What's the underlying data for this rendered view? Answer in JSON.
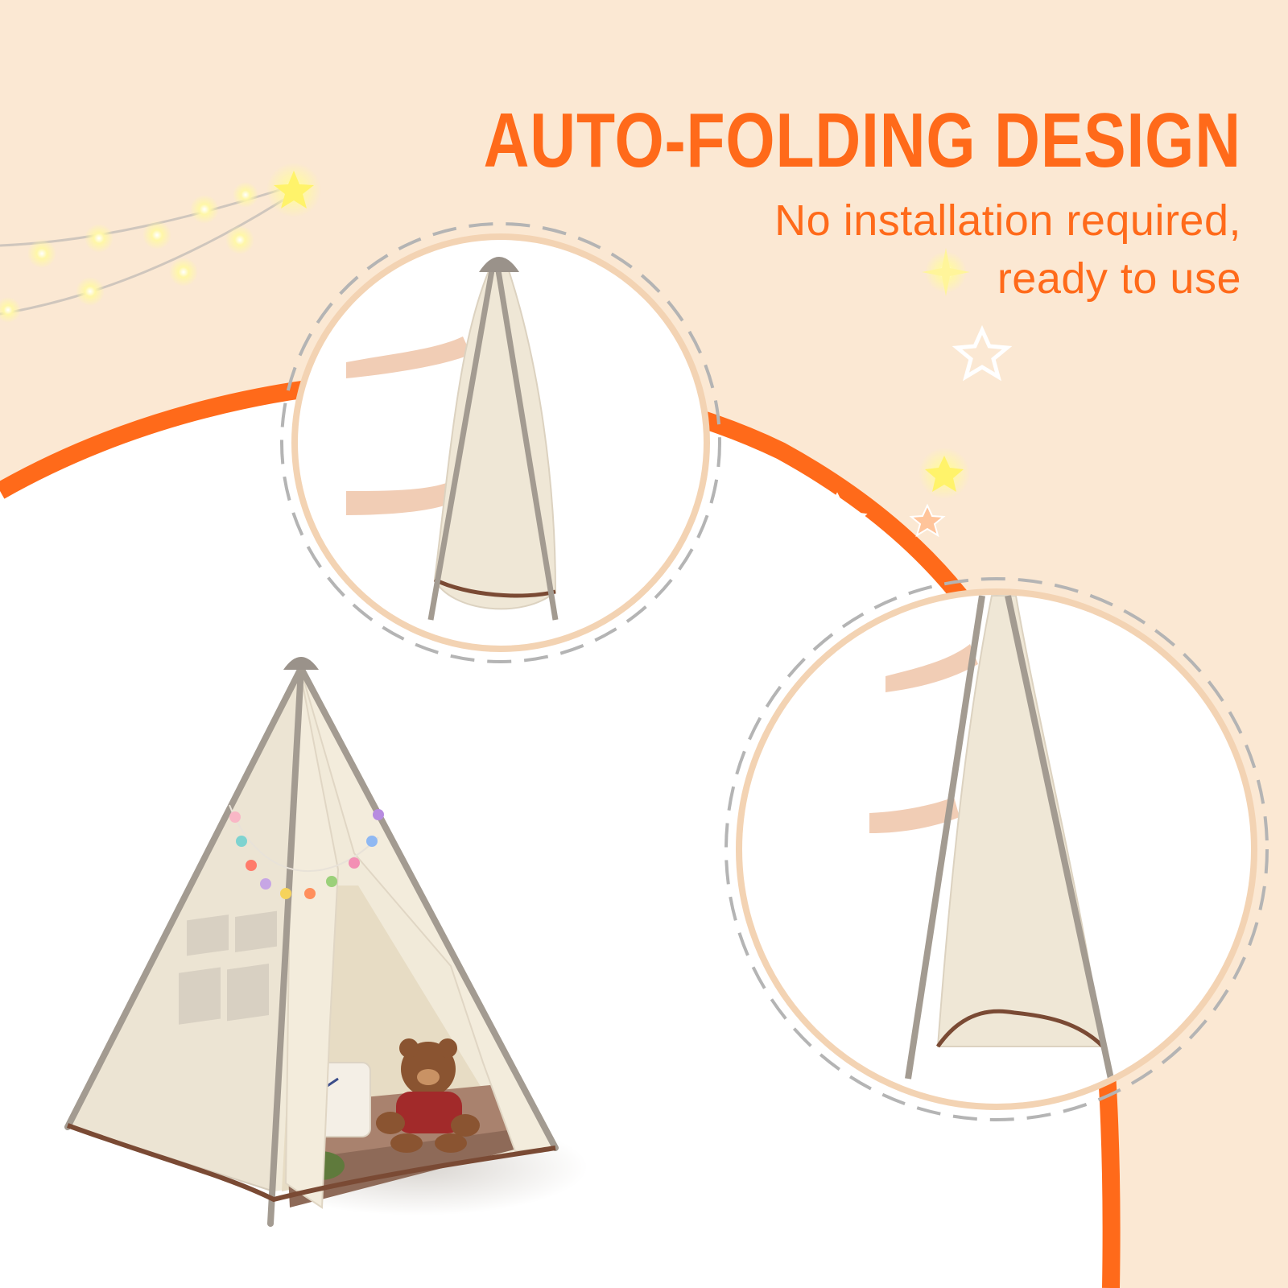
{
  "headline": "AUTO-FOLDING DESIGN",
  "subline": [
    "No installation required,",
    "ready to use"
  ],
  "colors": {
    "background": "#fbe8d3",
    "accent": "#ff6a1a",
    "canvas": "#efe7d6",
    "pole": "#a39b91",
    "trim": "#7a4a34",
    "dash": "#b4b4b4",
    "ring": "#f3d3b3"
  },
  "images": {
    "main": "assembled-teepee-tent",
    "step1": "folded-tent-held",
    "step2": "unfolding-tent-held"
  }
}
